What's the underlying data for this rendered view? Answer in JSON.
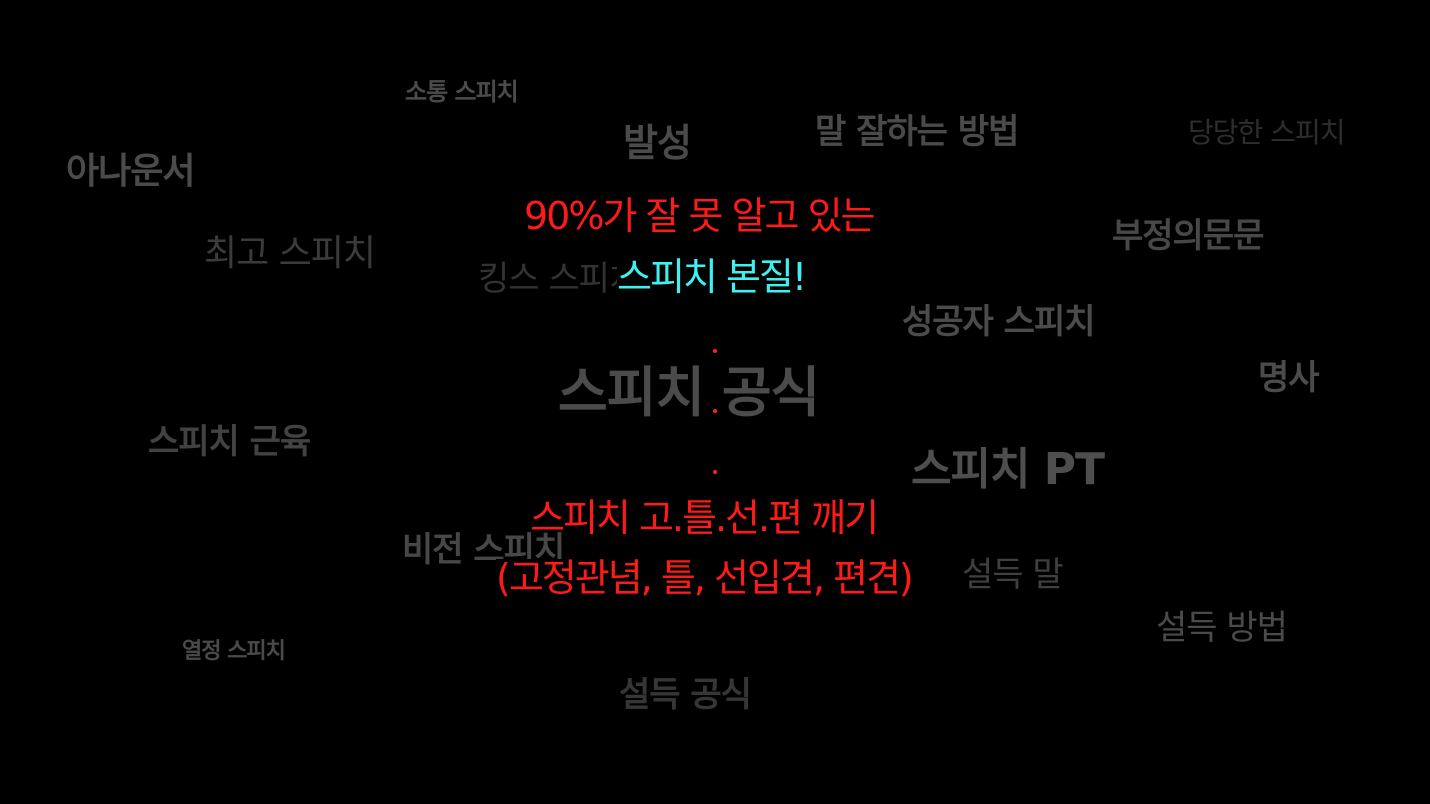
{
  "colors": {
    "background": "#000000",
    "headline_red": "#ff1a1a",
    "highlight_cyan": "#3ff0f0",
    "dot_red": "#ff2020"
  },
  "cloud_words": [
    "소통 스피치",
    "발성",
    "말 잘하는 방법",
    "당당한 스피치",
    "아나운서",
    "최고 스피치",
    "킹스 스피치",
    "부정의문문",
    "성공자 스피치",
    "명사",
    "스피치 공식",
    "스피치 근육",
    "스피치 PT",
    "비전 스피치",
    "설득 말",
    "설득 방법",
    "열정 스피치",
    "설득 공식"
  ],
  "message": {
    "line1": "90%가 잘 못 알고 있는",
    "line2": "스피치 본질!",
    "line3": "스피치 고.틀.선.편 깨기",
    "line4": "(고정관념, 틀, 선입견, 편견)"
  }
}
